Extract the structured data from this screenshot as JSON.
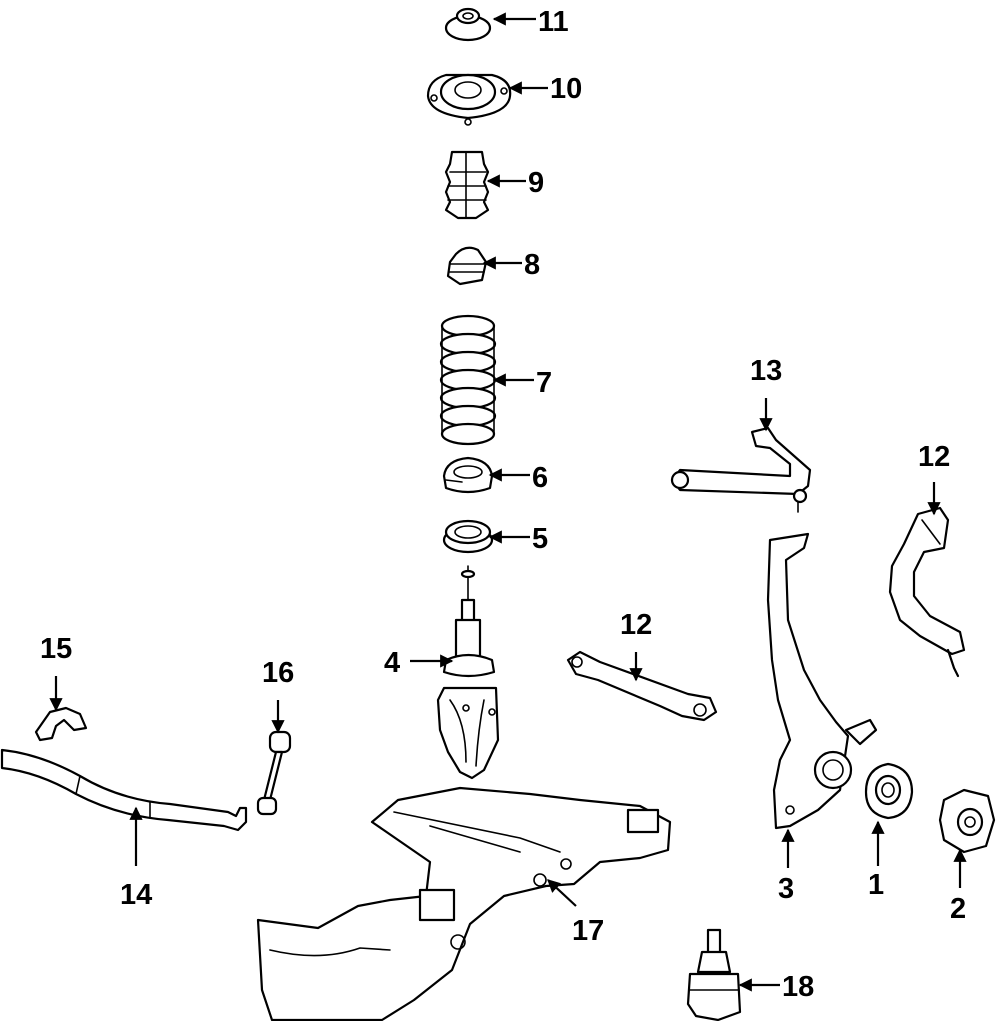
{
  "colors": {
    "line": "#000000",
    "background": "#ffffff"
  },
  "callouts": {
    "c1": "1",
    "c2": "2",
    "c3": "3",
    "c4": "4",
    "c5": "5",
    "c6": "6",
    "c7": "7",
    "c8": "8",
    "c9": "9",
    "c10": "10",
    "c11": "11",
    "c12a": "12",
    "c12b": "12",
    "c13": "13",
    "c14": "14",
    "c15": "15",
    "c16": "16",
    "c17": "17",
    "c18": "18"
  }
}
